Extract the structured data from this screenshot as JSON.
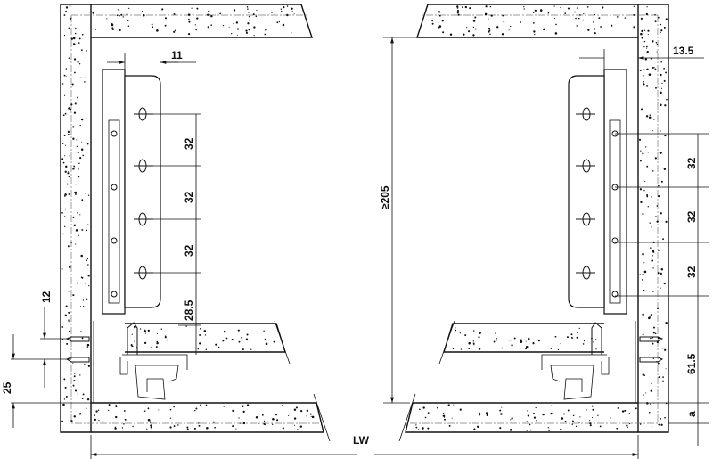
{
  "title": "Drawer runner installation dimensions",
  "left": {
    "dim_top": "11",
    "dim_pitch": [
      "32",
      "32",
      "32"
    ],
    "dim_bottom": "28.5",
    "dim_screw_spacing": "12",
    "dim_floor": "25"
  },
  "center": {
    "dim_height": "≥205",
    "dim_width": "LW"
  },
  "right": {
    "dim_top": "13.5",
    "dim_pitch": [
      "32",
      "32",
      "32"
    ],
    "dim_bottom": "61.5",
    "dim_a": "a"
  }
}
